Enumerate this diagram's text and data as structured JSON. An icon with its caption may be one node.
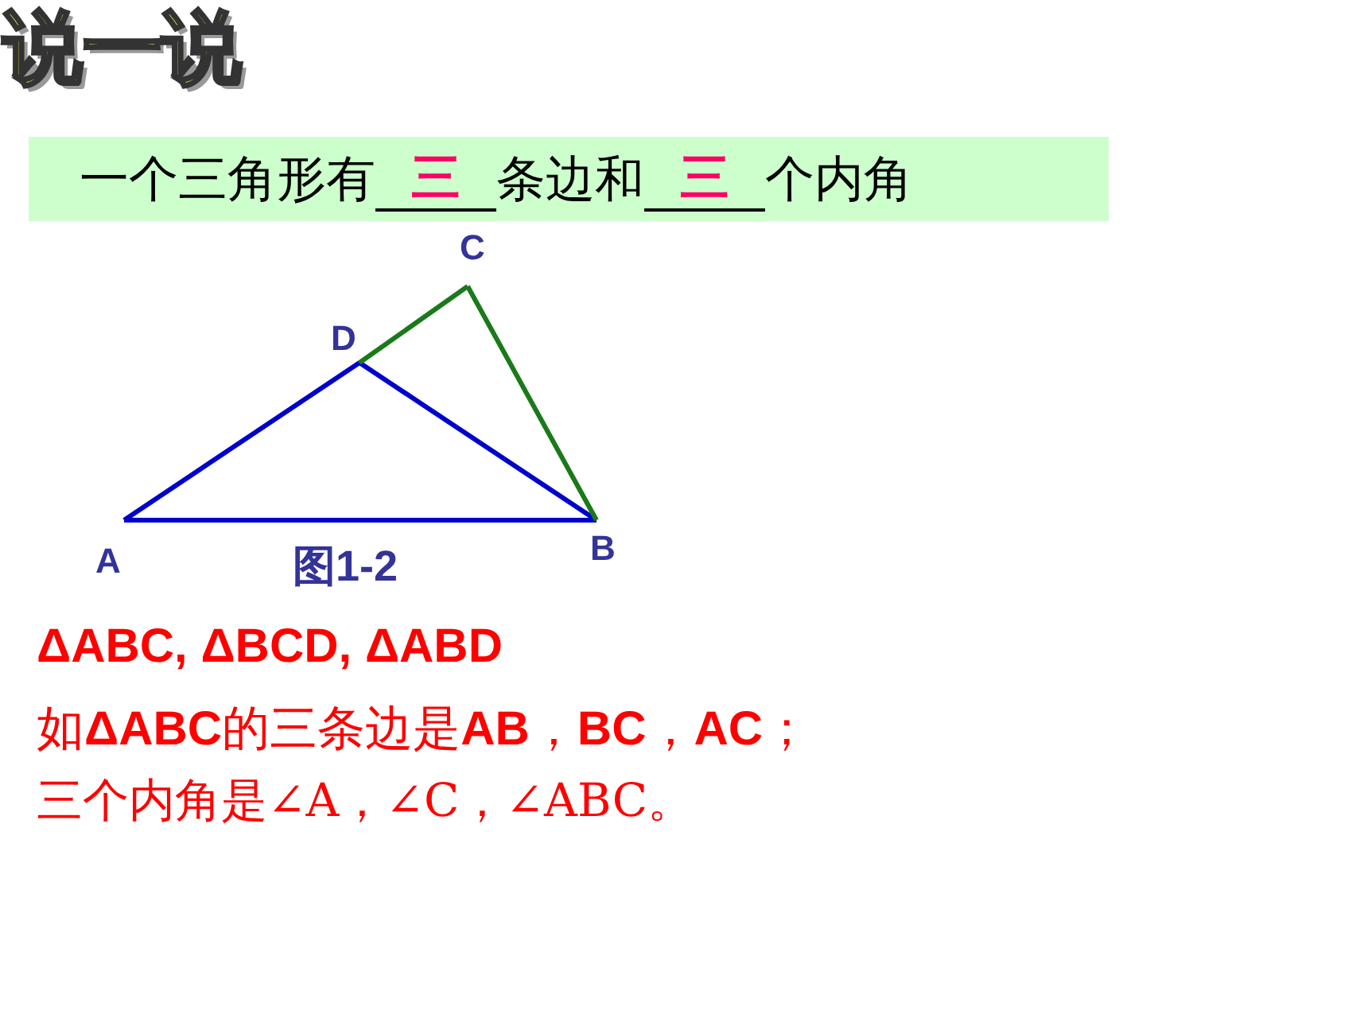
{
  "diagram": {
    "title": "说一说",
    "labels": [
      "一个三角形有",
      "三",
      "条边和",
      "三",
      "个内角",
      "C",
      "D",
      "A",
      "B",
      "图1-2",
      "ΔABC, ΔBCD, ΔABD",
      "如**ΔABC**的三条边是**AB**，**BC**，**AC**；",
      "三个内角是∠A，∠C，∠ABC。"
    ]
  }
}
